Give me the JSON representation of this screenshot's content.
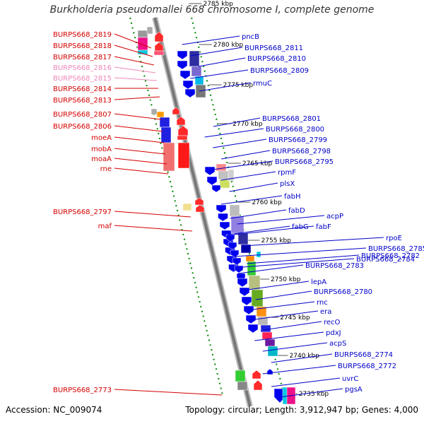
{
  "title": "Burkholderia pseudomallei 668 chromosome I, complete genome",
  "accession": "Accession: NC_009074",
  "topology": "Topology: circular; Length: 3,912,947 bp; Genes: 4,000",
  "colors": {
    "left_label": "#d40000",
    "right_label": "#0000c8",
    "faded_label": "#ee88bb",
    "track": "#777777",
    "guide": "#008800"
  },
  "kbp_ticks": [
    "2785 kbp",
    "2780 kbp",
    "2775 kbp",
    "2770 kbp",
    "2765 kbp",
    "2760 kbp",
    "2755 kbp",
    "2750 kbp",
    "2745 kbp",
    "2740 kbp",
    "2735 kbp"
  ],
  "left_genes": [
    {
      "label": "BURPS668_2819",
      "style": "strong"
    },
    {
      "label": "BURPS668_2818",
      "style": "strong"
    },
    {
      "label": "BURPS668_2817",
      "style": "strong"
    },
    {
      "label": "BURPS668_2816",
      "style": "faded"
    },
    {
      "label": "BURPS668_2815",
      "style": "faded"
    },
    {
      "label": "BURPS668_2814",
      "style": "strong"
    },
    {
      "label": "BURPS668_2813",
      "style": "strong"
    },
    {
      "label": "BURPS668_2807",
      "style": "strong"
    },
    {
      "label": "BURPS668_2806",
      "style": "strong"
    },
    {
      "label": "moeA",
      "style": "strong"
    },
    {
      "label": "mobA",
      "style": "strong"
    },
    {
      "label": "moaA",
      "style": "strong"
    },
    {
      "label": "rne",
      "style": "strong"
    },
    {
      "label": "BURPS668_2797",
      "style": "strong"
    },
    {
      "label": "maf",
      "style": "strong"
    },
    {
      "label": "BURPS668_2773",
      "style": "strong"
    }
  ],
  "right_genes": [
    {
      "label": "pncB"
    },
    {
      "label": "BURPS668_2811"
    },
    {
      "label": "BURPS668_2810"
    },
    {
      "label": "BURPS668_2809"
    },
    {
      "label": "rmuC"
    },
    {
      "label": "BURPS668_2801"
    },
    {
      "label": "BURPS668_2800"
    },
    {
      "label": "BURPS668_2799"
    },
    {
      "label": "BURPS668_2798"
    },
    {
      "label": "BURPS668_2795"
    },
    {
      "label": "rpmF"
    },
    {
      "label": "plsX"
    },
    {
      "label": "fabH"
    },
    {
      "label": "fabD"
    },
    {
      "label": "acpP"
    },
    {
      "label": "fabG"
    },
    {
      "label": "fabF"
    },
    {
      "label": "rpoE"
    },
    {
      "label": "BURPS668_2785"
    },
    {
      "label": "BURPS668_2784"
    },
    {
      "label": "BURPS668_2782"
    },
    {
      "label": "BURPS668_2783"
    },
    {
      "label": "lepA"
    },
    {
      "label": "BURPS668_2780"
    },
    {
      "label": "rnc"
    },
    {
      "label": "era"
    },
    {
      "label": "recO"
    },
    {
      "label": "pdxJ"
    },
    {
      "label": "acpS"
    },
    {
      "label": "BURPS668_2774"
    },
    {
      "label": "BURPS668_2772"
    },
    {
      "label": "uvrC"
    },
    {
      "label": "pgsA"
    }
  ]
}
